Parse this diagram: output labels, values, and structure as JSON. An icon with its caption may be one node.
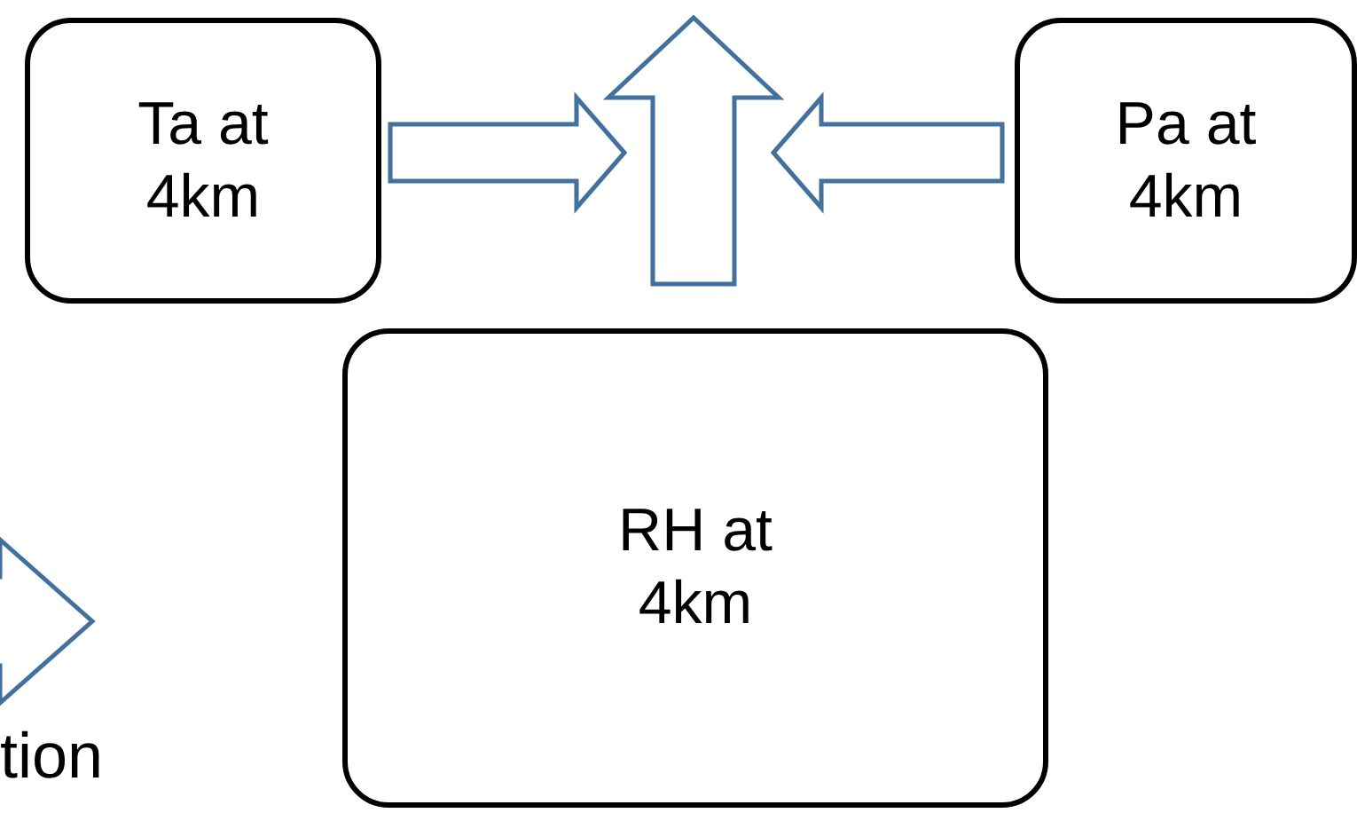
{
  "diagram": {
    "nodes": [
      {
        "text": [
          "Ta at 4km"
        ]
      },
      {
        "text": [
          "Pa at 4km"
        ]
      },
      {
        "text": [
          "RH at 4km"
        ]
      }
    ],
    "edges": [
      {
        "from": 0,
        "to": null,
        "arrow": "to"
      },
      {
        "from": 1,
        "to": null,
        "arrow": "to"
      },
      {
        "from": 2,
        "to": null,
        "arrow": "to"
      }
    ],
    "labels": [
      "tion"
    ]
  }
}
